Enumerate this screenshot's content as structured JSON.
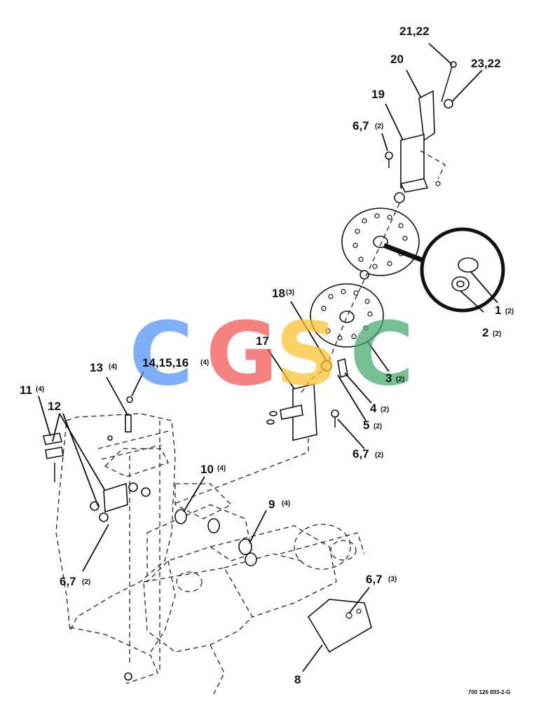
{
  "watermark": {
    "letters": [
      "C",
      "G",
      "S",
      "C"
    ],
    "colors": [
      "#4f8ef7",
      "#ef5350",
      "#fbc02d",
      "#43a86b"
    ]
  },
  "callouts": [
    {
      "id": "c1",
      "label": "1",
      "qty": "(2)"
    },
    {
      "id": "c2",
      "label": "2",
      "qty": "(2)"
    },
    {
      "id": "c3",
      "label": "3",
      "qty": "(2)"
    },
    {
      "id": "c4",
      "label": "4",
      "qty": "(2)"
    },
    {
      "id": "c5",
      "label": "5",
      "qty": "(2)"
    },
    {
      "id": "c6_7a",
      "label": "6,7",
      "qty": "(2)"
    },
    {
      "id": "c6_7b",
      "label": "6,7",
      "qty": "(2)"
    },
    {
      "id": "c6_7c",
      "label": "6,7",
      "qty": "(2)"
    },
    {
      "id": "c6_7d",
      "label": "6,7",
      "qty": "(3)"
    },
    {
      "id": "c8",
      "label": "8",
      "qty": ""
    },
    {
      "id": "c9",
      "label": "9",
      "qty": "(4)"
    },
    {
      "id": "c10",
      "label": "10",
      "qty": "(4)"
    },
    {
      "id": "c11",
      "label": "11",
      "qty": "(4)"
    },
    {
      "id": "c12",
      "label": "12",
      "qty": ""
    },
    {
      "id": "c13",
      "label": "13",
      "qty": "(4)"
    },
    {
      "id": "c14",
      "label": "14,15,16",
      "qty": "(4)"
    },
    {
      "id": "c17",
      "label": "17",
      "qty": ""
    },
    {
      "id": "c18",
      "label": "18",
      "qty": "(3)"
    },
    {
      "id": "c19",
      "label": "19",
      "qty": ""
    },
    {
      "id": "c20",
      "label": "20",
      "qty": ""
    },
    {
      "id": "c21",
      "label": "21,22",
      "qty": ""
    },
    {
      "id": "c23",
      "label": "23,22",
      "qty": ""
    }
  ],
  "drawing_number": "700 126 893-2-G",
  "colors": {
    "line": "#111111",
    "paper": "#ffffff"
  }
}
